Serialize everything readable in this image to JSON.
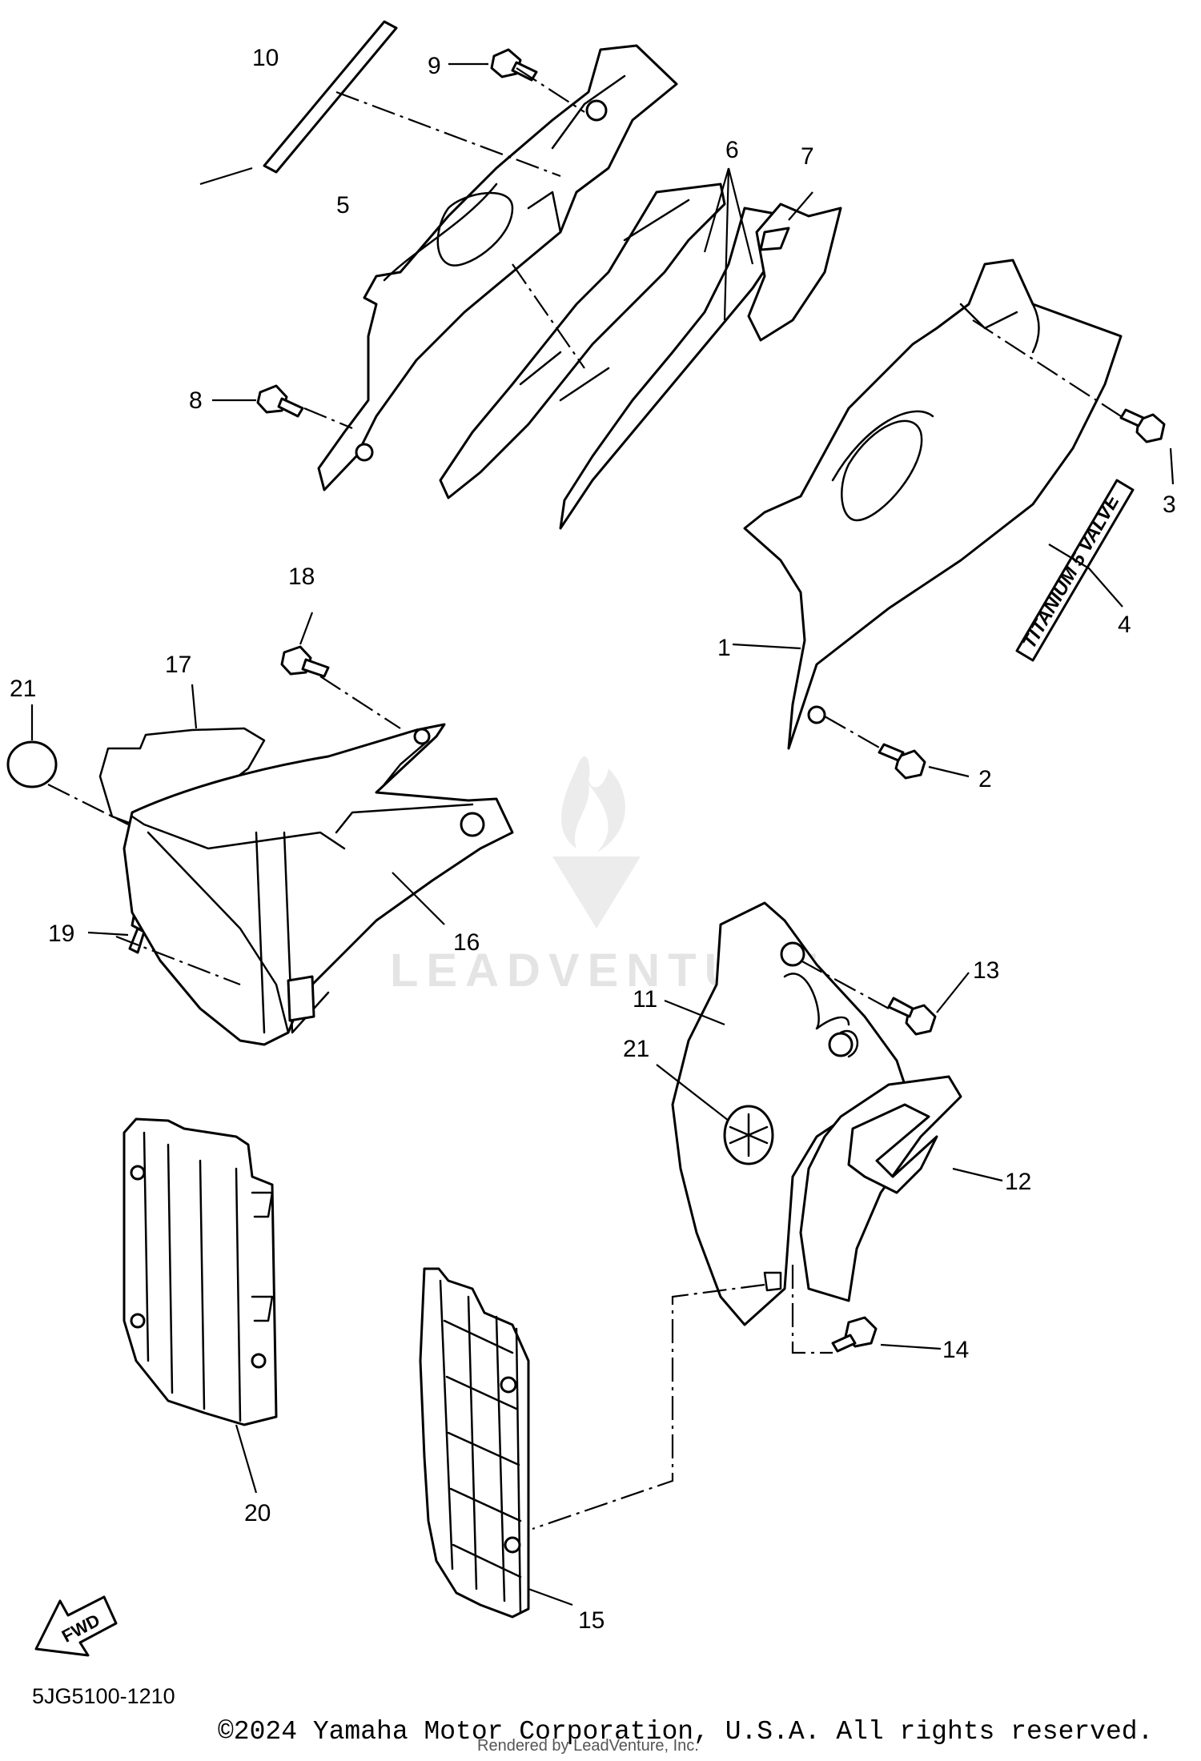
{
  "diagram_code": "5JG5100-1210",
  "copyright": "©2024 Yamaha Motor Corporation, U.S.A. All rights reserved.",
  "rendered_by": "Rendered by LeadVenture, Inc.",
  "watermark": "LEADVENTURE",
  "fwd_label": "FWD",
  "decal_text": "TITANIUM 5 VALVE",
  "callouts": [
    "1",
    "2",
    "3",
    "4",
    "5",
    "6",
    "7",
    "8",
    "9",
    "10",
    "11",
    "12",
    "13",
    "14",
    "15",
    "16",
    "17",
    "18",
    "19",
    "20",
    "21",
    "21"
  ]
}
